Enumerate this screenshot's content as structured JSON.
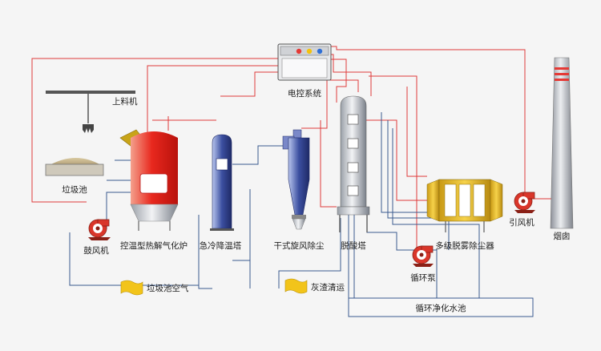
{
  "labels": {
    "control_system": "电控系统",
    "feeder": "上料机",
    "garbage_pit": "垃圾池",
    "blower": "鼓风机",
    "pyrolysis_furnace": "控温型热解气化炉",
    "quench_tower": "急冷降温塔",
    "cyclone": "干式旋风除尘",
    "deacid_tower": "脱酸塔",
    "mist_dust_remover": "多级脱雾除尘器",
    "induced_fan": "引风机",
    "chimney": "烟囱",
    "circulation_pump": "循环泵",
    "pit_air": "垃圾池空气",
    "ash_removal": "灰渣清运",
    "water_pool": "循环净化水池"
  },
  "colors": {
    "control_line": "#e03a3a",
    "process_line": "#3a5a90",
    "furnace": "#e8281e",
    "equipment_blue": "#3b4fa0",
    "note_yellow": "#f2c41a"
  },
  "control_panel_lights": [
    "#e53935",
    "#f4c20d",
    "#2f6fd6"
  ]
}
